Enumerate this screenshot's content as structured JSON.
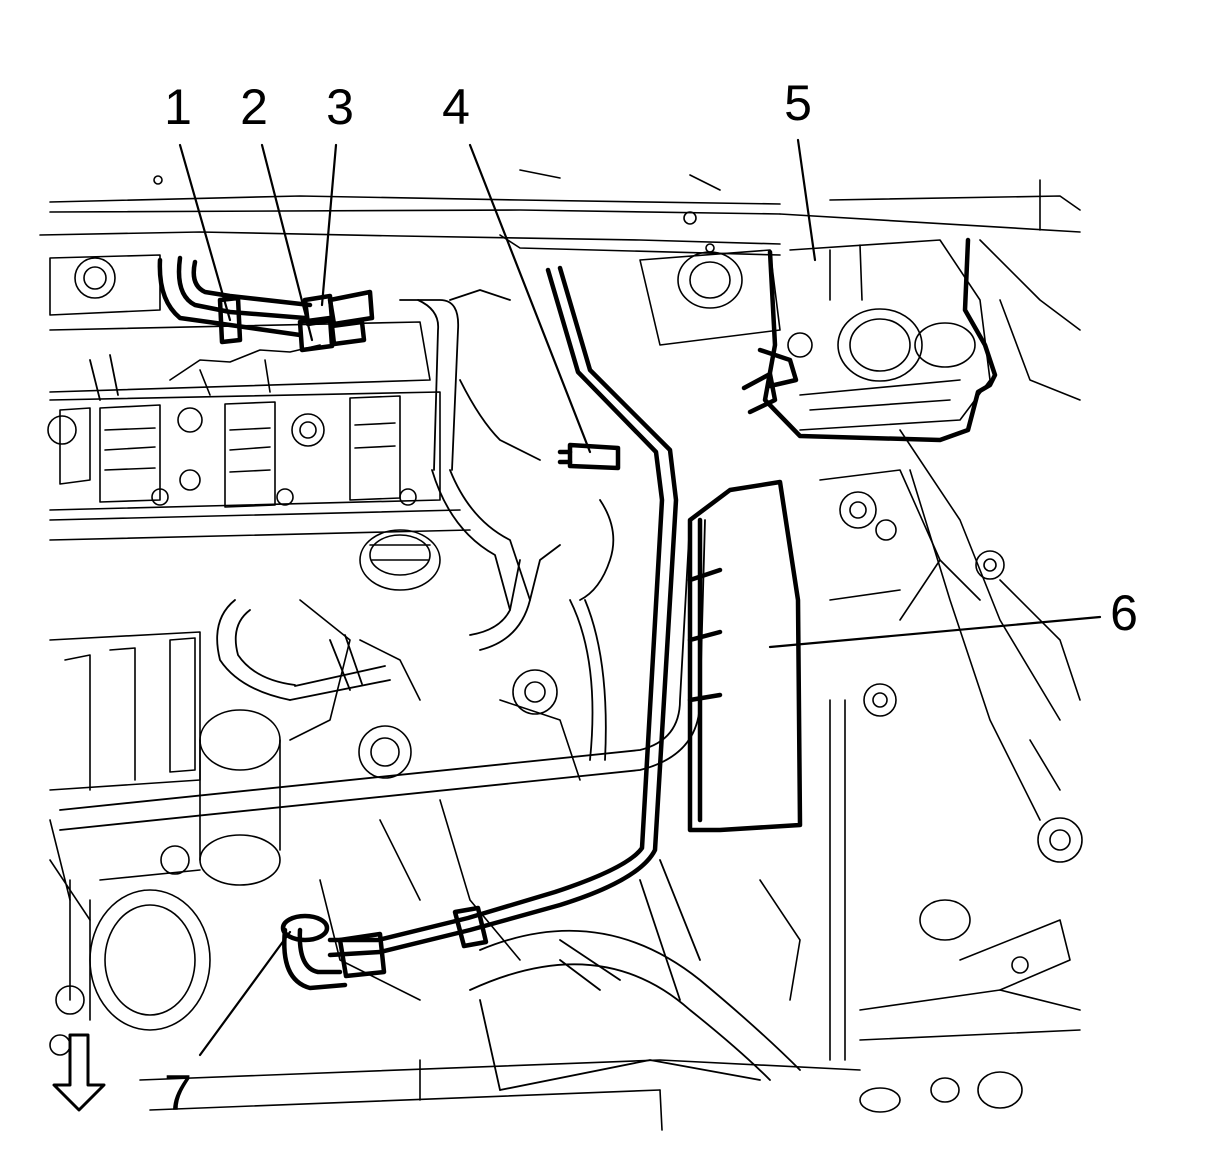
{
  "callouts": [
    {
      "id": "1",
      "label": "1"
    },
    {
      "id": "2",
      "label": "2"
    },
    {
      "id": "3",
      "label": "3"
    },
    {
      "id": "4",
      "label": "4"
    },
    {
      "id": "5",
      "label": "5"
    },
    {
      "id": "6",
      "label": "6"
    },
    {
      "id": "7",
      "label": "7"
    }
  ],
  "colors": {
    "ink": "#000000",
    "paper": "#ffffff"
  },
  "icons": {
    "direction": "down-arrow-icon"
  }
}
